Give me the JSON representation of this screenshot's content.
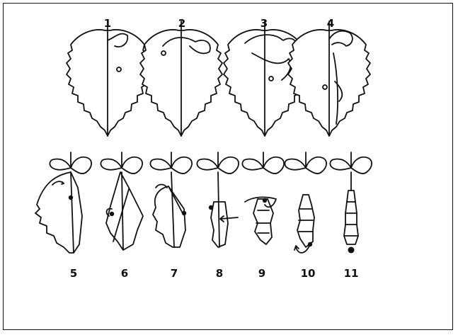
{
  "figure": {
    "top_row_labels": [
      "1",
      "2",
      "3",
      "4"
    ],
    "bottom_row_labels": [
      "5",
      "6",
      "7",
      "8",
      "9",
      "10",
      "11"
    ]
  }
}
